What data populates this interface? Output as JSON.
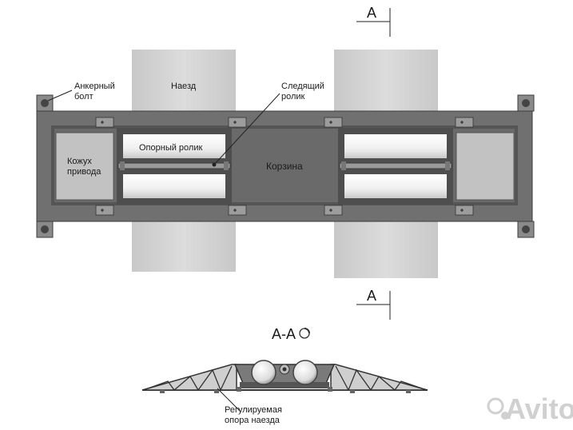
{
  "labels": {
    "anchor_bolt_line1": "Анкерный",
    "anchor_bolt_line2": "болт",
    "ramp": "Наезд",
    "follower_roller_line1": "Следящий",
    "follower_roller_line2": "ролик",
    "drive_cover_line1": "Кожух",
    "drive_cover_line2": "привода",
    "support_roller": "Опорный ролик",
    "basket": "Корзина",
    "section_mark_top": "A",
    "section_mark_bottom": "A",
    "section_title": "A-A",
    "adjustable_support_line1": "Регулируемая",
    "adjustable_support_line2": "опора наезда"
  },
  "watermark": "Avito",
  "colors": {
    "frame": "#6e6e6e",
    "frame_dark": "#4a4a4a",
    "ramp": "#d4d4d4",
    "roller": "#f2f2f2",
    "cover": "#c4c4c4"
  }
}
